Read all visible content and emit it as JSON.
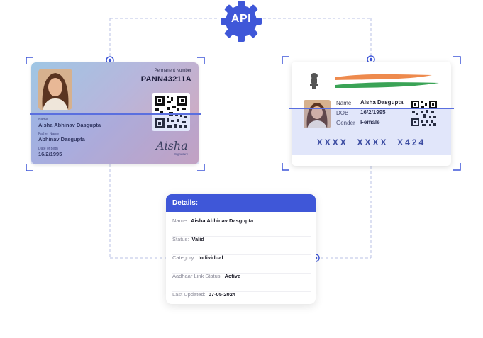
{
  "api": {
    "label": "API"
  },
  "pan": {
    "perm_label": "Permanent Number",
    "number": "PANN43211A",
    "name_label": "Name",
    "name": "Aisha Abhinav Dasgupta",
    "father_label": "Father Name",
    "father": "Abhinav Dasgupta",
    "dob_label": "Date of Birth",
    "dob": "16/2/1995",
    "signature": "Aisha",
    "signature_label": "Signature"
  },
  "aadhaar": {
    "name_label": "Name",
    "name": "Aisha Dasgupta",
    "dob_label": "DOB",
    "dob": "16/2/1995",
    "gender_label": "Gender",
    "gender": "Female",
    "number": "XXXX  XXXX  X424"
  },
  "details": {
    "title": "Details:",
    "rows": [
      {
        "key": "Name:",
        "value": "Aisha Abhinav Dasgupta"
      },
      {
        "key": "Status:",
        "value": "Valid"
      },
      {
        "key": "Category:",
        "value": "Individual"
      },
      {
        "key": "Aadhaar Link Status:",
        "value": "Active"
      },
      {
        "key": "Last Updated:",
        "value": "07-05-2024"
      }
    ]
  },
  "colors": {
    "accent": "#3f57d8",
    "scan_line": "#5a6fdf",
    "connector": "#b9c2e4"
  }
}
